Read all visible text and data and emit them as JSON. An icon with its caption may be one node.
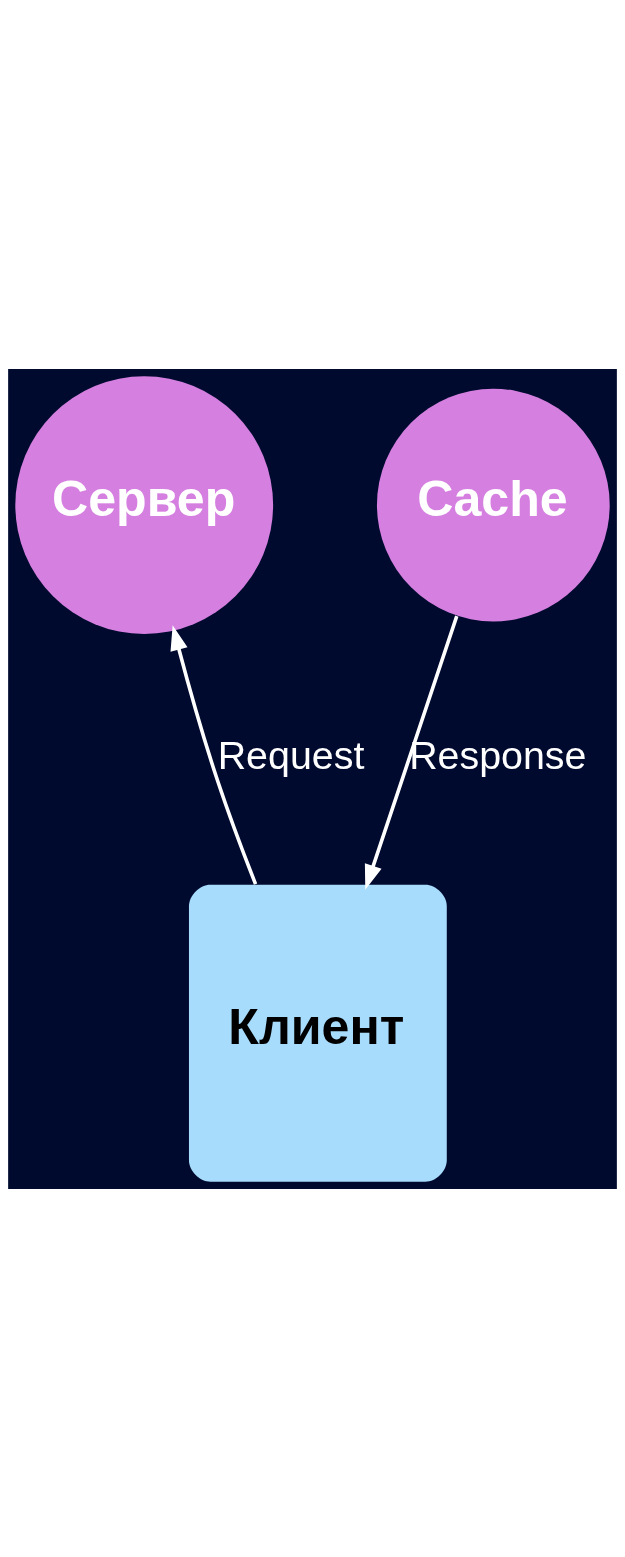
{
  "diagram": {
    "nodes": [
      {
        "text": [
          "Сервер"
        ]
      },
      {
        "text": [
          "Cache"
        ]
      },
      {
        "text": [
          "Клиент"
        ]
      }
    ],
    "edges": [
      {
        "from": 2,
        "to": 0,
        "arrow": "to",
        "label": "Request"
      },
      {
        "from": 1,
        "to": 2,
        "arrow": "to",
        "label": "Response"
      }
    ]
  }
}
